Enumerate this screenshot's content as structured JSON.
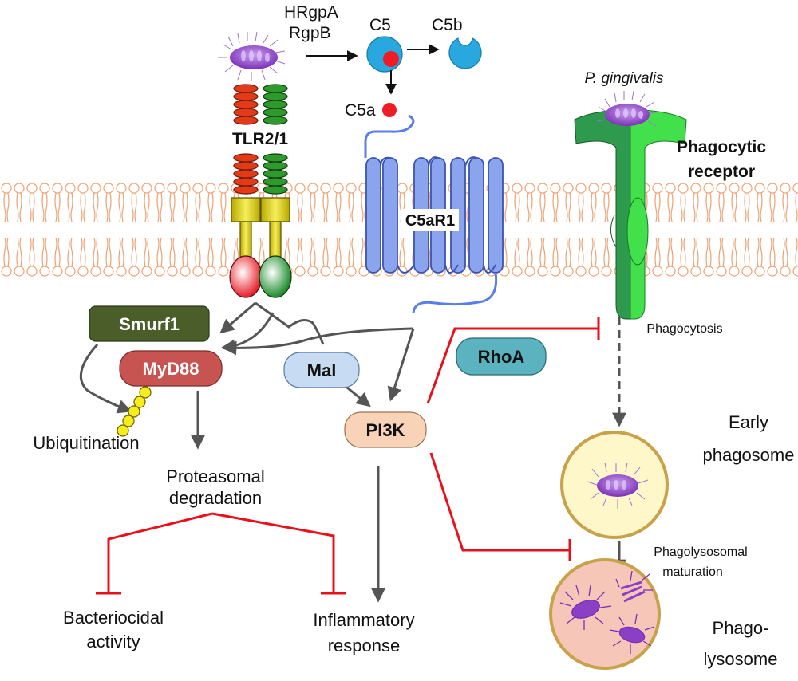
{
  "colors": {
    "membrane": "#f0a070",
    "inhibit": "#e8101a",
    "arrow": "#555555",
    "smurf1": "#4b5e2a",
    "myd88": "#c85452",
    "mal": "#c7dcf2",
    "pi3k": "#f9d3b7",
    "rhoa": "#5ab3bf",
    "c5": "#29a8e0",
    "c5a": "#ee1c24",
    "c5ar1": "#8aa4ee",
    "receptor_dark": "#2e9a4e",
    "receptor_light": "#42e04a",
    "phagosome_fill": "#fdf7c9",
    "phagolysosome_fill": "#f6c6b8",
    "vesicle_border": "#c7a24a",
    "bacterium": "#8a3fc4"
  },
  "labels": {
    "proteases_1": "HRgpA",
    "proteases_2": "RgpB",
    "c5": "C5",
    "c5b": "C5b",
    "c5a": "C5a",
    "tlr": "TLR2/1",
    "c5ar1": "C5aR1",
    "pathogen": "P. gingivalis",
    "receptor_1": "Phagocytic",
    "receptor_2": "receptor",
    "phagocytosis": "Phagocytosis",
    "smurf1": "Smurf1",
    "myd88": "MyD88",
    "mal": "Mal",
    "pi3k": "PI3K",
    "rhoa": "RhoA",
    "ubiquitination": "Ubiquitination",
    "proteasomal_1": "Proteasomal",
    "proteasomal_2": "degradation",
    "bactericidal_1": "Bacteriocidal",
    "bactericidal_2": "activity",
    "inflammatory_1": "Inflammatory",
    "inflammatory_2": "response",
    "early_1": "Early",
    "early_2": "phagosome",
    "maturation_1": "Phagolysosomal",
    "maturation_2": "maturation",
    "phagolysosome_1": "Phago-",
    "phagolysosome_2": "lysosome"
  }
}
